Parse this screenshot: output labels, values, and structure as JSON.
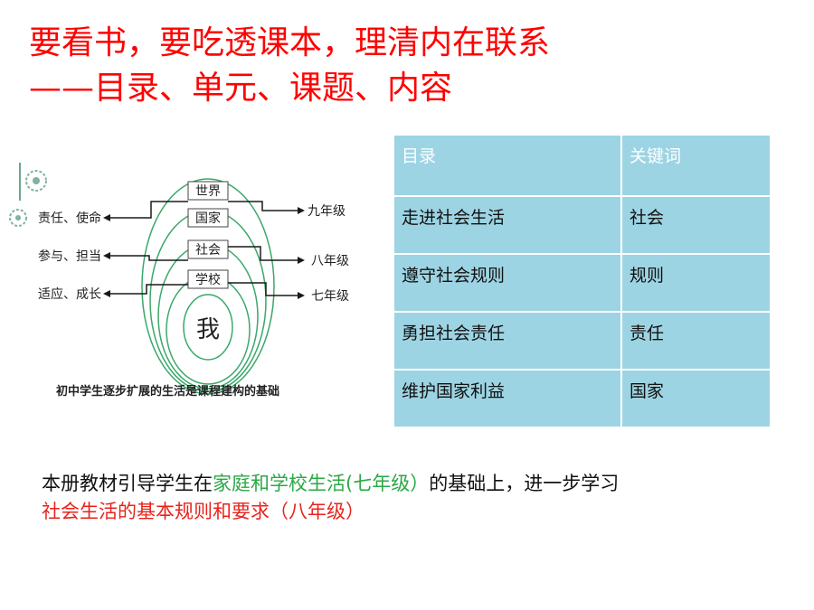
{
  "title": {
    "line1": "要看书，要吃透课本，理清内在联系",
    "line2": "——目录、单元、课题、内容"
  },
  "diagram": {
    "circles": [
      "世界",
      "国家",
      "社会",
      "学校"
    ],
    "center": "我",
    "left_labels": [
      "责任、使命",
      "参与、担当",
      "适应、成长"
    ],
    "right_labels": [
      "九年级",
      "八年级",
      "七年级"
    ],
    "caption": "初中学生逐步扩展的生活是课程建构的基础",
    "colors": {
      "ring": "#3aa86a",
      "arrow": "#1a1a1a"
    }
  },
  "table": {
    "headers": [
      "目录",
      "关键词"
    ],
    "rows": [
      [
        "走进社会生活",
        "社会"
      ],
      [
        "遵守社会规则",
        "规则"
      ],
      [
        "勇担社会责任",
        "责任"
      ],
      [
        "维护国家利益",
        "国家"
      ]
    ],
    "colors": {
      "fill": "#9dd4e3",
      "border": "#ffffff"
    }
  },
  "note": {
    "line1_a": "本册教材引导学生在",
    "line1_green": "家庭和学校生活(七年级）",
    "line1_b": "的基础上，进一步学习",
    "line2": "社会生活的基本规则和要求（八年级）",
    "colors": {
      "text": "#111111",
      "green": "#2aa845",
      "red": "#e8231c"
    }
  }
}
